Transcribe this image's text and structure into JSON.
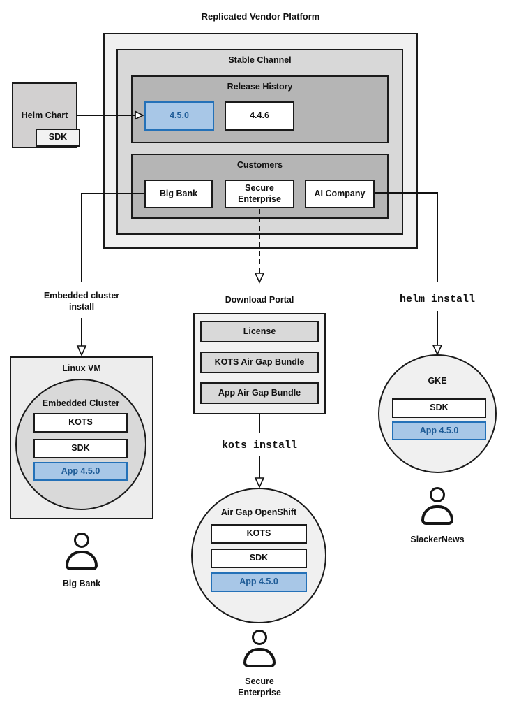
{
  "title": "Replicated Vendor Platform",
  "colors": {
    "highlight_fill": "#A8C7E7",
    "highlight_border": "#2471B8",
    "highlight_text": "#1F5C97",
    "container_light": "#F0F0F0",
    "container_mid": "#D8D8D8",
    "container_dark": "#B5B5B5"
  },
  "platform": {
    "stable_channel_title": "Stable Channel",
    "release_history_title": "Release History",
    "releases": [
      {
        "version": "4.5.0",
        "highlighted": true
      },
      {
        "version": "4.4.6",
        "highlighted": false
      }
    ],
    "customers_title": "Customers",
    "customers": [
      {
        "name": "Big Bank"
      },
      {
        "name": "Secure Enterprise"
      },
      {
        "name": "AI Company"
      }
    ]
  },
  "helm_chart": {
    "label": "Helm Chart",
    "sdk": "SDK"
  },
  "flow_left": {
    "install_label": "Embedded cluster install",
    "vm_title": "Linux VM",
    "cluster_title": "Embedded Cluster",
    "components": [
      "KOTS",
      "SDK",
      "App 4.5.0"
    ],
    "user": "Big Bank"
  },
  "flow_middle": {
    "portal_title": "Download Portal",
    "portal_items": [
      "License",
      "KOTS Air Gap Bundle",
      "App Air Gap Bundle"
    ],
    "command": "kots install",
    "cluster_title": "Air Gap OpenShift",
    "components": [
      "KOTS",
      "SDK",
      "App 4.5.0"
    ],
    "user": "Secure Enterprise"
  },
  "flow_right": {
    "command": "helm install",
    "cluster_title": "GKE",
    "components": [
      "SDK",
      "App 4.5.0"
    ],
    "user": "SlackerNews"
  }
}
